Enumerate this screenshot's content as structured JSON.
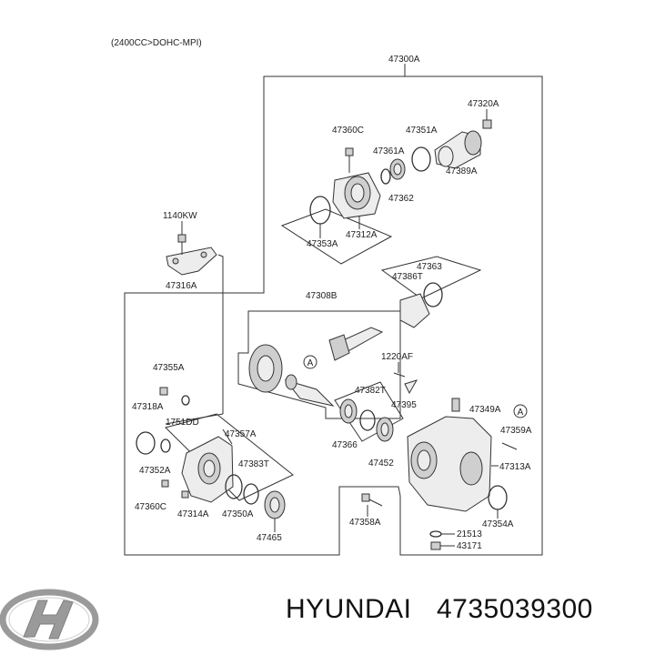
{
  "header": {
    "engine_note": "(2400CC>DOHC-MPI)"
  },
  "callouts": {
    "c47300A": "47300A",
    "c47320A": "47320A",
    "c47360C_top": "47360C",
    "c47351A": "47351A",
    "c47361A": "47361A",
    "c47389A": "47389A",
    "c47362": "47362",
    "c47312A": "47312A",
    "c47353A": "47353A",
    "c1140KW": "1140KW",
    "c47316A": "47316A",
    "c47363": "47363",
    "c47386T": "47386T",
    "c47308B": "47308B",
    "c1220AF": "1220AF",
    "c47355A": "47355A",
    "c47382T": "47382T",
    "c47395": "47395",
    "c47349A": "47349A",
    "c47318A": "47318A",
    "c1751DD": "1751DD",
    "c47359A": "47359A",
    "c47357A": "47357A",
    "c47366": "47366",
    "c47383T": "47383T",
    "c47452": "47452",
    "c47313A": "47313A",
    "c47352A": "47352A",
    "c47360C_bottom": "47360C",
    "c47314A": "47314A",
    "c47350A": "47350A",
    "c47358A": "47358A",
    "c47354A": "47354A",
    "c21513": "21513",
    "c43171": "43171",
    "c47465": "47465",
    "refA_top": "A",
    "refA_right": "A"
  },
  "footer": {
    "brand": "HYUNDAI",
    "part_number": "4735039300"
  },
  "logo": {
    "icon": "hyundai-logo-icon",
    "color": "#9a9a9a"
  }
}
